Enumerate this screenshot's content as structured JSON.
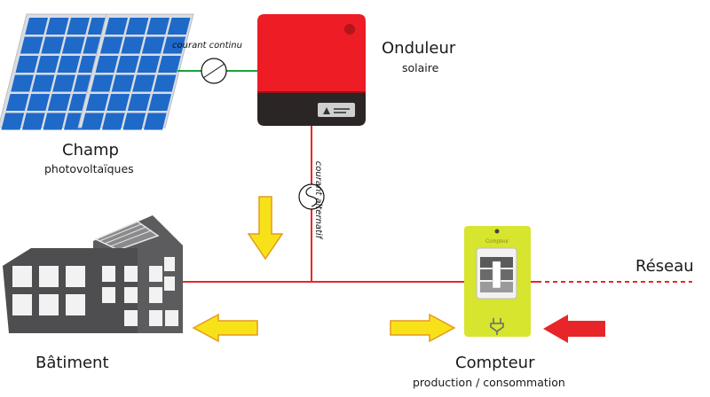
{
  "diagram": {
    "solar_field": {
      "title": "Champ",
      "subtitle": "photovoltaïques"
    },
    "inverter": {
      "title": "Onduleur",
      "subtitle": "solaire"
    },
    "dc_label": "courant continu",
    "ac_label": "courant alternatif",
    "building": {
      "title": "Bâtiment"
    },
    "meter": {
      "title": "Compteur",
      "subtitle": "production / consommation",
      "panel_text": "Compteur"
    },
    "grid": {
      "title": "Réseau"
    },
    "colors": {
      "ac_line": "#e8262a",
      "dc_line": "#1aa23a",
      "inverter_body": "#ee1c24",
      "inverter_base": "#2b2525",
      "meter_body": "#d7e52f",
      "arrow_yellow": "#f7e21a",
      "arrow_red": "#e8262a",
      "building": "#5c5c5e",
      "panel_cell": "#1f69c9"
    },
    "icons": [
      "dc-symbol-icon",
      "ac-sine-icon",
      "down-arrow-icon",
      "left-arrow-icon",
      "right-arrow-icon",
      "grid-arrow-icon"
    ]
  }
}
